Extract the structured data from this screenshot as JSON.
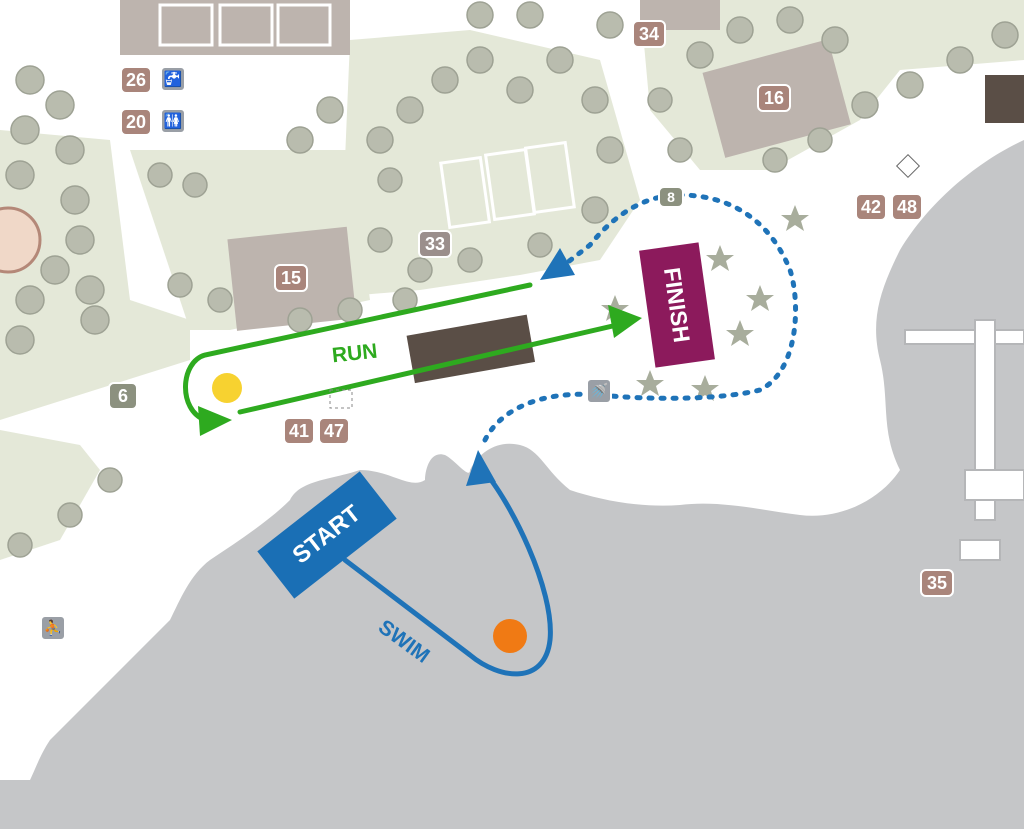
{
  "map": {
    "signs": {
      "start": "START",
      "finish": "FINISH"
    },
    "routes": {
      "run": "RUN",
      "swim": "SWIM"
    },
    "badges": {
      "b26": "26",
      "b20": "20",
      "b34": "34",
      "b16": "16",
      "b42": "42",
      "b48": "48",
      "b33": "33",
      "b15": "15",
      "b6": "6",
      "b41": "41",
      "b47": "47",
      "b35": "35",
      "b8": "8"
    },
    "colors": {
      "run": "#2eaa1f",
      "swim": "#1f73b8",
      "start_sign": "#1a6fb5",
      "finish_sign": "#8c1a5c",
      "water": "#c5c6c8",
      "land": "#ffffff",
      "park": "#e4e8d8",
      "building": "#bdb4ae",
      "marker_yellow": "#f7d230",
      "marker_orange": "#f07a14"
    },
    "icons": {
      "water_tap": "water-tap-icon",
      "restroom": "restroom-icon",
      "shower": "shower-icon",
      "playground": "playground-icon"
    }
  }
}
